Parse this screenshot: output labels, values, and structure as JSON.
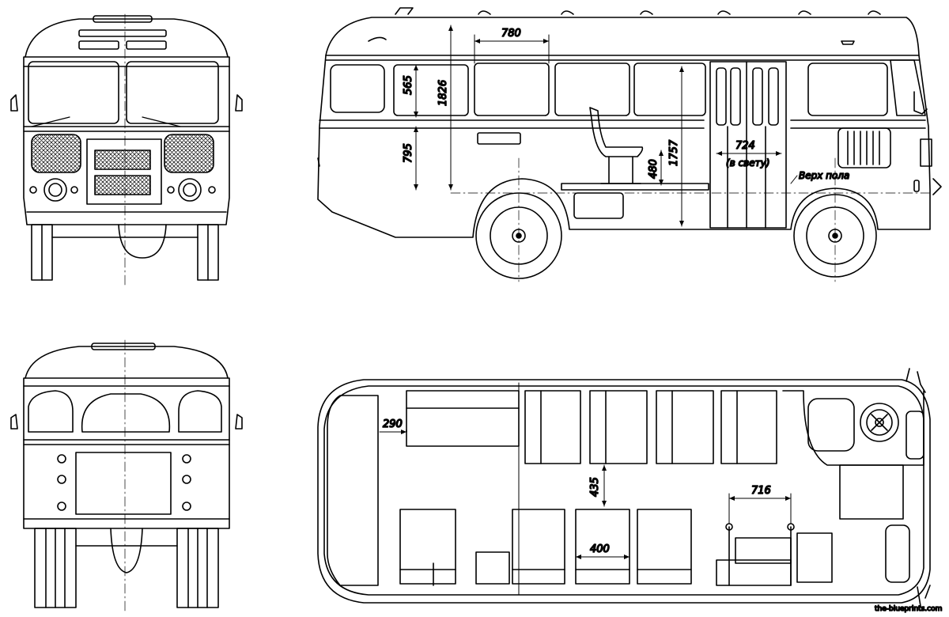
{
  "side_view": {
    "dims": {
      "window_pitch": "780",
      "window_height": "565",
      "interior_height": "1826",
      "sill_height": "795",
      "floor_height": "1757",
      "seat_height": "480",
      "door_width": "724",
      "door_note": "(в свету)"
    },
    "floor_label": "Верх пола"
  },
  "plan_view": {
    "dims": {
      "rear_seat_depth": "290",
      "aisle_width": "435",
      "seat_pitch": "400",
      "door_opening": "716"
    }
  },
  "watermark": "the-blueprints.com"
}
